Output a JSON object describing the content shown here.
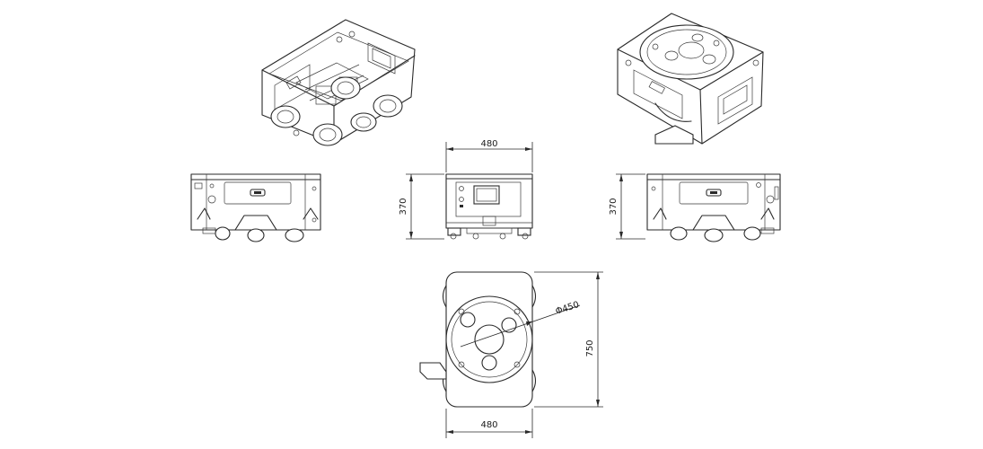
{
  "dimensions": {
    "front_width": "480",
    "front_height": "370",
    "right_side_height": "370",
    "top_length": "750",
    "top_diameter": "Φ450",
    "top_width": "480"
  },
  "colors": {
    "line": "#2a2a2a",
    "background": "#ffffff"
  }
}
